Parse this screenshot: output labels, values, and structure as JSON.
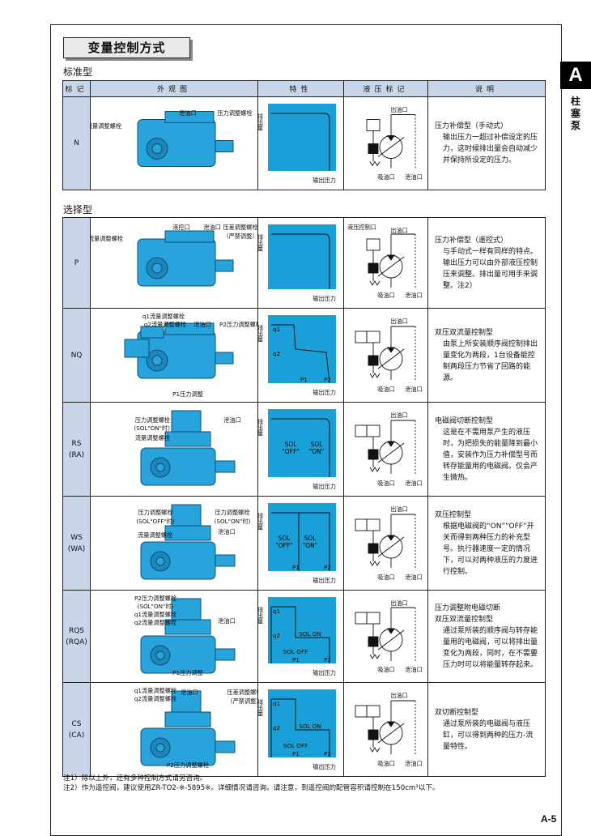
{
  "title": "变量控制方式",
  "side": {
    "tab": "A",
    "label": "柱塞泵"
  },
  "sections": {
    "standard": "标准型",
    "optional": "选择型"
  },
  "headers": {
    "code": "标记",
    "appearance": "外观图",
    "characteristic": "特性",
    "symbol": "液压标记",
    "description": "说明"
  },
  "common": {
    "axis_y": "排出量",
    "axis_x": "输出压力",
    "outlet": "出油口",
    "suction": "吸油口",
    "drain": "泄油口"
  },
  "rows": [
    {
      "code": "N",
      "callouts": [
        "流量调整螺栓",
        "泄油口",
        "压力调整螺栓"
      ],
      "symbol_extra": "",
      "chart_labels": {},
      "desc_title": "压力补偿型（手动式）",
      "desc": "输出压力一超过补偿设定的压力，这时候排出量会自动减少并保持所设定的压力。"
    },
    {
      "code": "P",
      "callouts": [
        "液控口",
        "泄油口",
        "流量调整螺栓",
        "压差调整螺栓",
        "（严禁调整）"
      ],
      "symbol_extra": "液压控制口",
      "chart_labels": {},
      "desc_title": "压力补偿型（遥控式）",
      "desc": "与手动式一样有同样的特点。输出压力可以由外部液压控制压来调整。排出量可用手来调整。注2）"
    },
    {
      "code": "NQ",
      "callouts": [
        "q1流量调整螺栓",
        "q2流量调整螺栓",
        "泄油口",
        "P2压力调整螺栓",
        "P1压力调整"
      ],
      "symbol_extra": "",
      "chart_labels": {
        "q1": "q1",
        "q2": "q2",
        "p1": "P1",
        "p2": "P2"
      },
      "desc_title": "双压双流量控制型",
      "desc": "由泵上所安装顺序阀控制排出量变化为两段，1台设备能控制两段压力节省了回路的能源。"
    },
    {
      "code": "RS\n(RA)",
      "callouts": [
        "压力调整螺栓",
        "(SOL\"ON\"时)",
        "流量调整螺栓",
        "泄油口"
      ],
      "symbol_extra": "",
      "chart_labels": {
        "sol_a": "SOL\n\"OFF\"",
        "sol_b": "SOL\n\"ON\""
      },
      "desc_title": "电磁阀切断控制型",
      "desc": "这是在不需用泵产生的液压时，为把损失的能量降到最小值，安装作为压力补偿型号而转存能量用的电磁阀。仅会产生微热。"
    },
    {
      "code": "WS\n(WA)",
      "callouts": [
        "压力调整螺栓",
        "(SOL\"OFF\"时)",
        "流量调整螺栓",
        "压力调整螺栓",
        "(SOL\"ON\"时)",
        "泄油口"
      ],
      "symbol_extra": "",
      "chart_labels": {
        "sol_a": "SOL\n\"OFF\"",
        "sol_b": "SOL\n\"ON\"",
        "p1": "P1",
        "p2": "P2"
      },
      "desc_title": "双压控制型",
      "desc": "根据电磁阀的“ON”“OFF”开关而得到两种压力的补充型号。执行器速度一定的情况下，可以对两种液压的力度进行控制。"
    },
    {
      "code": "RQS\n(RQA)",
      "callouts": [
        "P2压力调整螺栓",
        "(SOL\"ON\"时)",
        "q1流量调整螺栓",
        "q2流量调整螺栓",
        "泄油口",
        "P1压力调整"
      ],
      "symbol_extra": "",
      "chart_labels": {
        "q1": "q1",
        "q2": "q2",
        "p1": "P1",
        "p2": "P2",
        "sol_on": "SOL ON",
        "sol_off": "SOL OFF"
      },
      "desc_title": "压力调整附电磁切断\n双压双流量控制型",
      "desc": "通过泵所装的顺序阀与转存能量用的电磁阀，可以将排出量变化为两段，同时，在不需要压力时可以将能量转存起来。"
    },
    {
      "code": "CS\n(CA)",
      "callouts": [
        "q1流量调整螺栓",
        "q2流量调整螺栓",
        "泄油口",
        "压差调整螺栓",
        "（严禁调整）",
        "P2压力调整螺栓"
      ],
      "symbol_extra": "",
      "chart_labels": {
        "q1": "q1",
        "q2": "q2",
        "p1": "P1",
        "p2": "P2",
        "sol_on": "SOL ON",
        "sol_off": "SOL OFF"
      },
      "desc_title": "双切断控制型",
      "desc": "通过泵所装的电磁阀与液压缸，可以得到两种的压力-流量特性。"
    }
  ],
  "notes": [
    "注1）除以上外，还有多种控制方式请另咨询。",
    "注2）作为遥控阀，建议使用ZR-TO2-※-5895※。详细情况请咨询。请注意，到遥控阀的配管容积请控制在150cm³以下。"
  ],
  "page_number": "A-5",
  "colors": {
    "accent": "#1aa0d8",
    "header_bg": "#c9d6ea",
    "pump": "#29a3dc"
  }
}
